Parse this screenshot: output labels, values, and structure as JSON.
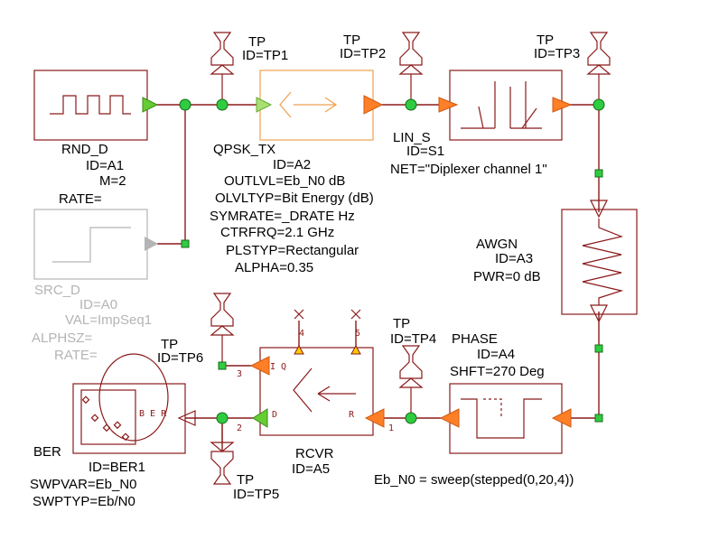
{
  "blocks": {
    "rnd_d": {
      "name": "RND_D",
      "id": "ID=A1",
      "m": "M=2",
      "rate": "RATE="
    },
    "src_d": {
      "name": "SRC_D",
      "id": "ID=A0",
      "val": "VAL=ImpSeq1",
      "alphsz": "ALPHSZ=",
      "rate": "RATE="
    },
    "qpsk_tx": {
      "name": "QPSK_TX",
      "id": "ID=A2",
      "outlvl": "OUTLVL=Eb_N0 dB",
      "olvltyp": "OLVLTYP=Bit Energy (dB)",
      "symrate": "SYMRATE=_DRATE Hz",
      "ctrfrq": "CTRFRQ=2.1 GHz",
      "plstyp": "PLSTYP=Rectangular",
      "alpha": "ALPHA=0.35"
    },
    "lin_s": {
      "name": "LIN_S",
      "id": "ID=S1",
      "net": "NET=\"Diplexer channel 1\""
    },
    "awgn": {
      "name": "AWGN",
      "id": "ID=A3",
      "pwr": "PWR=0 dB"
    },
    "phase": {
      "name": "PHASE",
      "id": "ID=A4",
      "shft": "SHFT=270 Deg"
    },
    "rcvr": {
      "name": "RCVR",
      "id": "ID=A5",
      "label_iq": "I Q",
      "label_d": "D",
      "label_r": "R",
      "pin4": "4",
      "pin5": "5",
      "pin3": "3",
      "pin2": "2",
      "pin1": "1"
    },
    "ber": {
      "name": "BER",
      "id": "ID=BER1",
      "swpvar": "SWPVAR=Eb_N0",
      "swptyp": "SWPTYP=Eb/N0",
      "inner": "B E R"
    }
  },
  "testpoints": {
    "tp1": {
      "name": "TP",
      "id": "ID=TP1"
    },
    "tp2": {
      "name": "TP",
      "id": "ID=TP2"
    },
    "tp3": {
      "name": "TP",
      "id": "ID=TP3"
    },
    "tp4": {
      "name": "TP",
      "id": "ID=TP4"
    },
    "tp5": {
      "name": "TP",
      "id": "ID=TP5"
    },
    "tp6": {
      "name": "TP",
      "id": "ID=TP6"
    }
  },
  "equation": "Eb_N0 = sweep(stepped(0,20,4))",
  "colors": {
    "wire": "#8b1a1a",
    "node": "#2ecc40",
    "port": "#ff7f27",
    "inport": "#66cc33",
    "disabled": "#b4b4b4",
    "tx_box": "#f0a050"
  }
}
